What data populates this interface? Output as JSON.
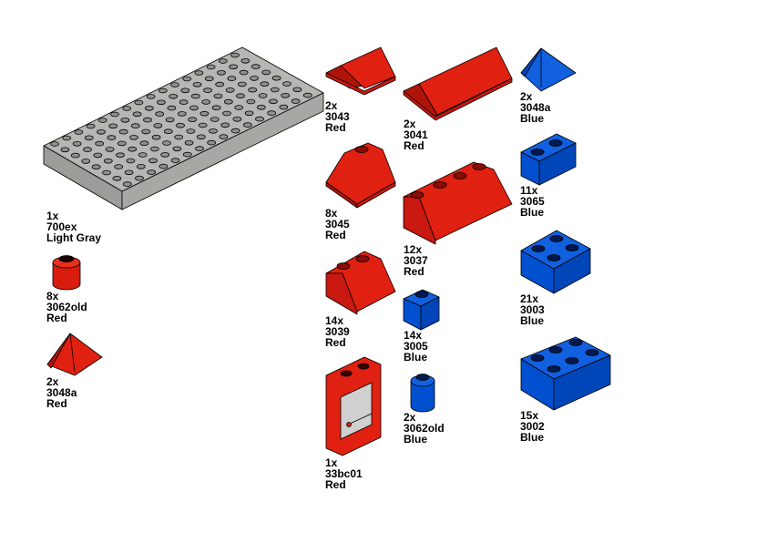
{
  "colors": {
    "red": "#e02010",
    "red_dark": "#b01408",
    "blue": "#0050d0",
    "blue_dark": "#003c9e",
    "gray": "#a9aca7",
    "gray_dark": "#858885"
  },
  "parts": [
    {
      "qty": "1x",
      "id": "700ex",
      "color": "Light Gray"
    },
    {
      "qty": "8x",
      "id": "3062old",
      "color": "Red"
    },
    {
      "qty": "2x",
      "id": "3048a",
      "color": "Red"
    },
    {
      "qty": "2x",
      "id": "3043",
      "color": "Red"
    },
    {
      "qty": "8x",
      "id": "3045",
      "color": "Red"
    },
    {
      "qty": "14x",
      "id": "3039",
      "color": "Red"
    },
    {
      "qty": "1x",
      "id": "33bc01",
      "color": "Red"
    },
    {
      "qty": "2x",
      "id": "3041",
      "color": "Red"
    },
    {
      "qty": "12x",
      "id": "3037",
      "color": "Red"
    },
    {
      "qty": "14x",
      "id": "3005",
      "color": "Blue"
    },
    {
      "qty": "2x",
      "id": "3062old",
      "color": "Blue"
    },
    {
      "qty": "2x",
      "id": "3048a",
      "color": "Blue"
    },
    {
      "qty": "11x",
      "id": "3065",
      "color": "Blue"
    },
    {
      "qty": "21x",
      "id": "3003",
      "color": "Blue"
    },
    {
      "qty": "15x",
      "id": "3002",
      "color": "Blue"
    }
  ]
}
